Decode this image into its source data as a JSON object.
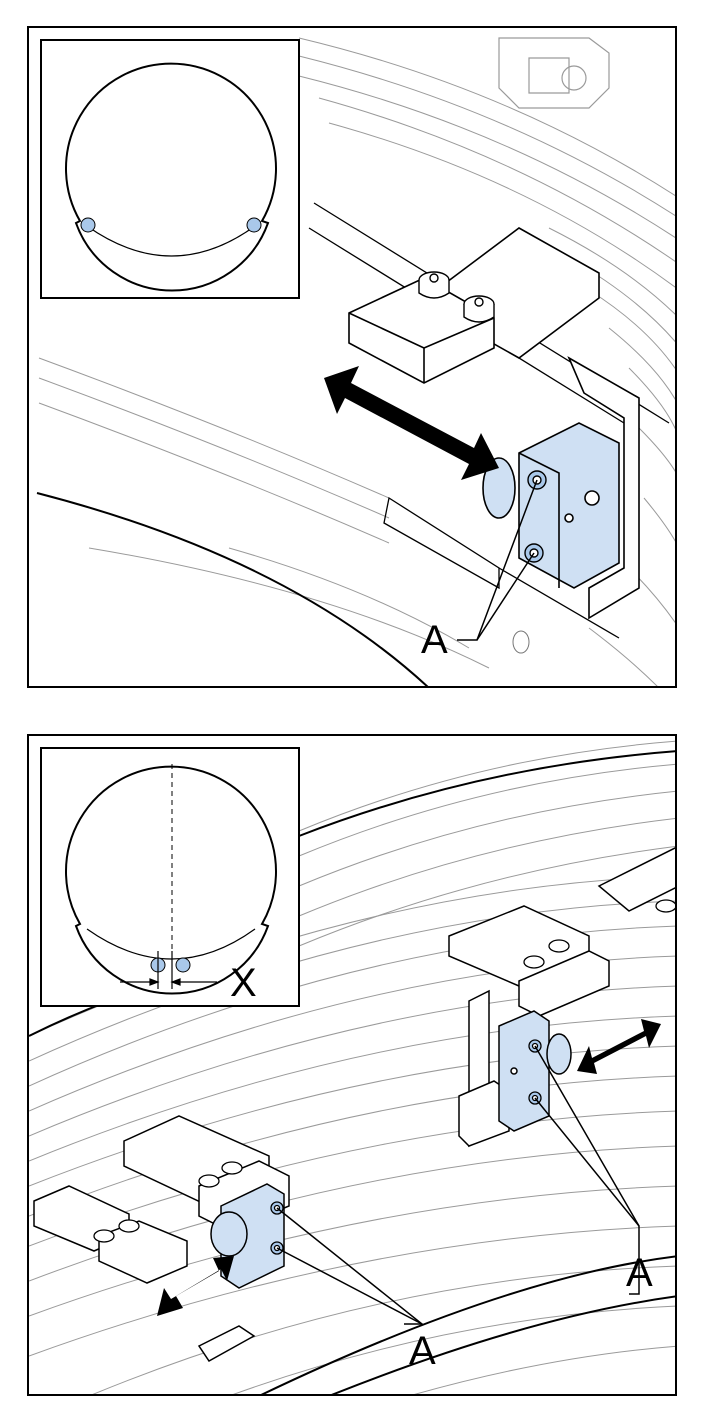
{
  "top_figure": {
    "callout": "A"
  },
  "bottom_figure": {
    "callout_left": "A",
    "callout_right": "A",
    "dimension_label": "X"
  },
  "colors": {
    "screw_highlight": "#a9c8ea",
    "block_highlight": "#cfe0f3",
    "line": "#000000",
    "ghost_line": "#9a9a9a"
  }
}
